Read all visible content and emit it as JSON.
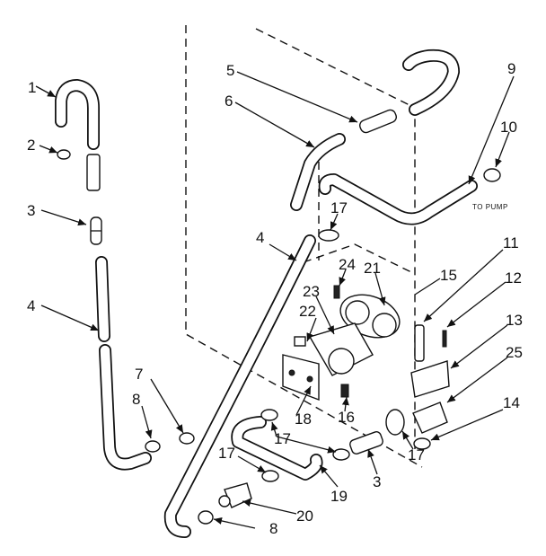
{
  "labels": {
    "n1": "1",
    "n2": "2",
    "n3a": "3",
    "n4a": "4",
    "n4b": "4",
    "n5": "5",
    "n6": "6",
    "n7": "7",
    "n8a": "8",
    "n8b": "8",
    "n9": "9",
    "n10": "10",
    "n11": "11",
    "n12": "12",
    "n13": "13",
    "n14": "14",
    "n15": "15",
    "n16": "16",
    "n17a": "17",
    "n17b": "17",
    "n17c": "17",
    "n17d": "17",
    "n18": "18",
    "n19": "19",
    "n20": "20",
    "n21": "21",
    "n22": "22",
    "n23": "23",
    "n24": "24",
    "n25": "25",
    "n3b": "3"
  },
  "notes": {
    "to_pump": "TO PUMP"
  }
}
